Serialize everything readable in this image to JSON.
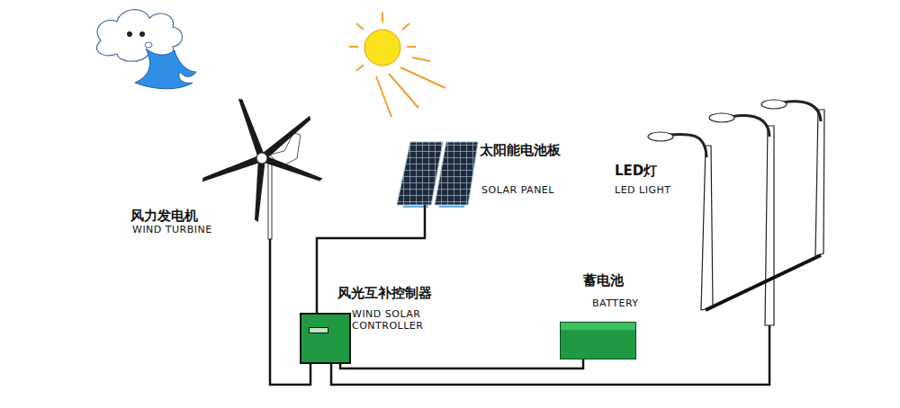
{
  "diagram": {
    "nodes": [
      {
        "text": [
          "风力发电机",
          "WIND TURBINE"
        ]
      },
      {
        "text": [
          "太阳能电池板",
          "SOLAR PANEL"
        ]
      },
      {
        "text": [
          "风光互补控制器",
          "WIND SOLAR CONTROLLER"
        ]
      },
      {
        "text": [
          "蓄电池",
          "BATTERY"
        ]
      },
      {
        "text": [
          "LED灯",
          "LED LIGHT"
        ]
      }
    ],
    "edges": [
      {
        "from": 0,
        "to": 2,
        "arrow": "none"
      },
      {
        "from": 1,
        "to": 2,
        "arrow": "none"
      },
      {
        "from": 2,
        "to": 3,
        "arrow": "none"
      },
      {
        "from": 2,
        "to": 4,
        "arrow": "none"
      }
    ]
  }
}
